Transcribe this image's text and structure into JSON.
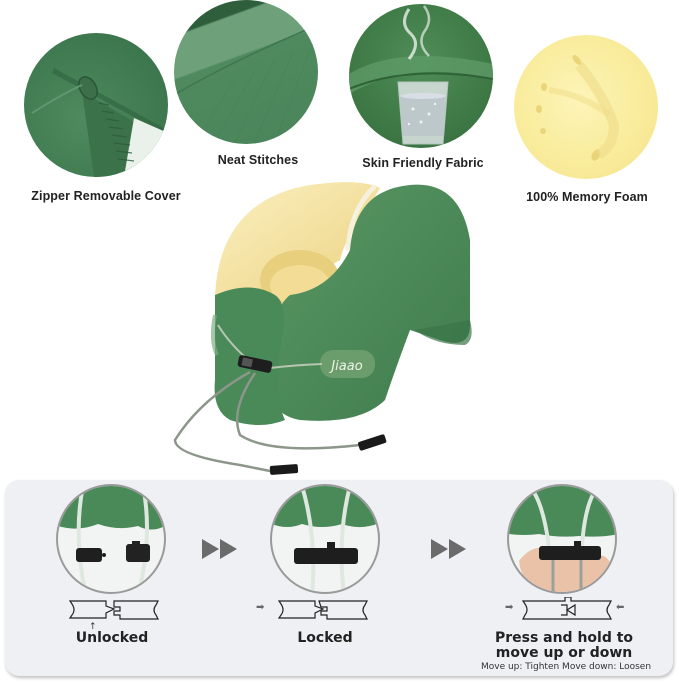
{
  "features": [
    {
      "id": "zipper",
      "label": "Zipper Removable Cover",
      "icon": "zipper-icon"
    },
    {
      "id": "stitches",
      "label": "Neat Stitches",
      "icon": "stitch-icon"
    },
    {
      "id": "fabric",
      "label": "Skin Friendly Fabric",
      "icon": "water-glass-icon"
    },
    {
      "id": "foam",
      "label": "100% Memory Foam",
      "icon": "handprint-foam-icon"
    }
  ],
  "product": {
    "brand": "Jiaao",
    "type": "U-shaped neck pillow",
    "cover_color": "#4a8a58",
    "foam_color": "#f3dc8e"
  },
  "steps": [
    {
      "id": "unlocked",
      "label": "Unlocked",
      "lines": [
        "Unlocked"
      ]
    },
    {
      "id": "locked",
      "label": "Locked",
      "lines": [
        "Locked"
      ]
    },
    {
      "id": "press",
      "label": "Press and hold to move up or down",
      "lines": [
        "Press and hold to",
        "move up or down"
      ],
      "note": "Move up: Tighten  Move down: Loosen"
    }
  ],
  "colors": {
    "panel_bg": "#eef0f4",
    "arrow": "#6b6b6b",
    "text": "#222222",
    "green": "#4a8a58"
  }
}
